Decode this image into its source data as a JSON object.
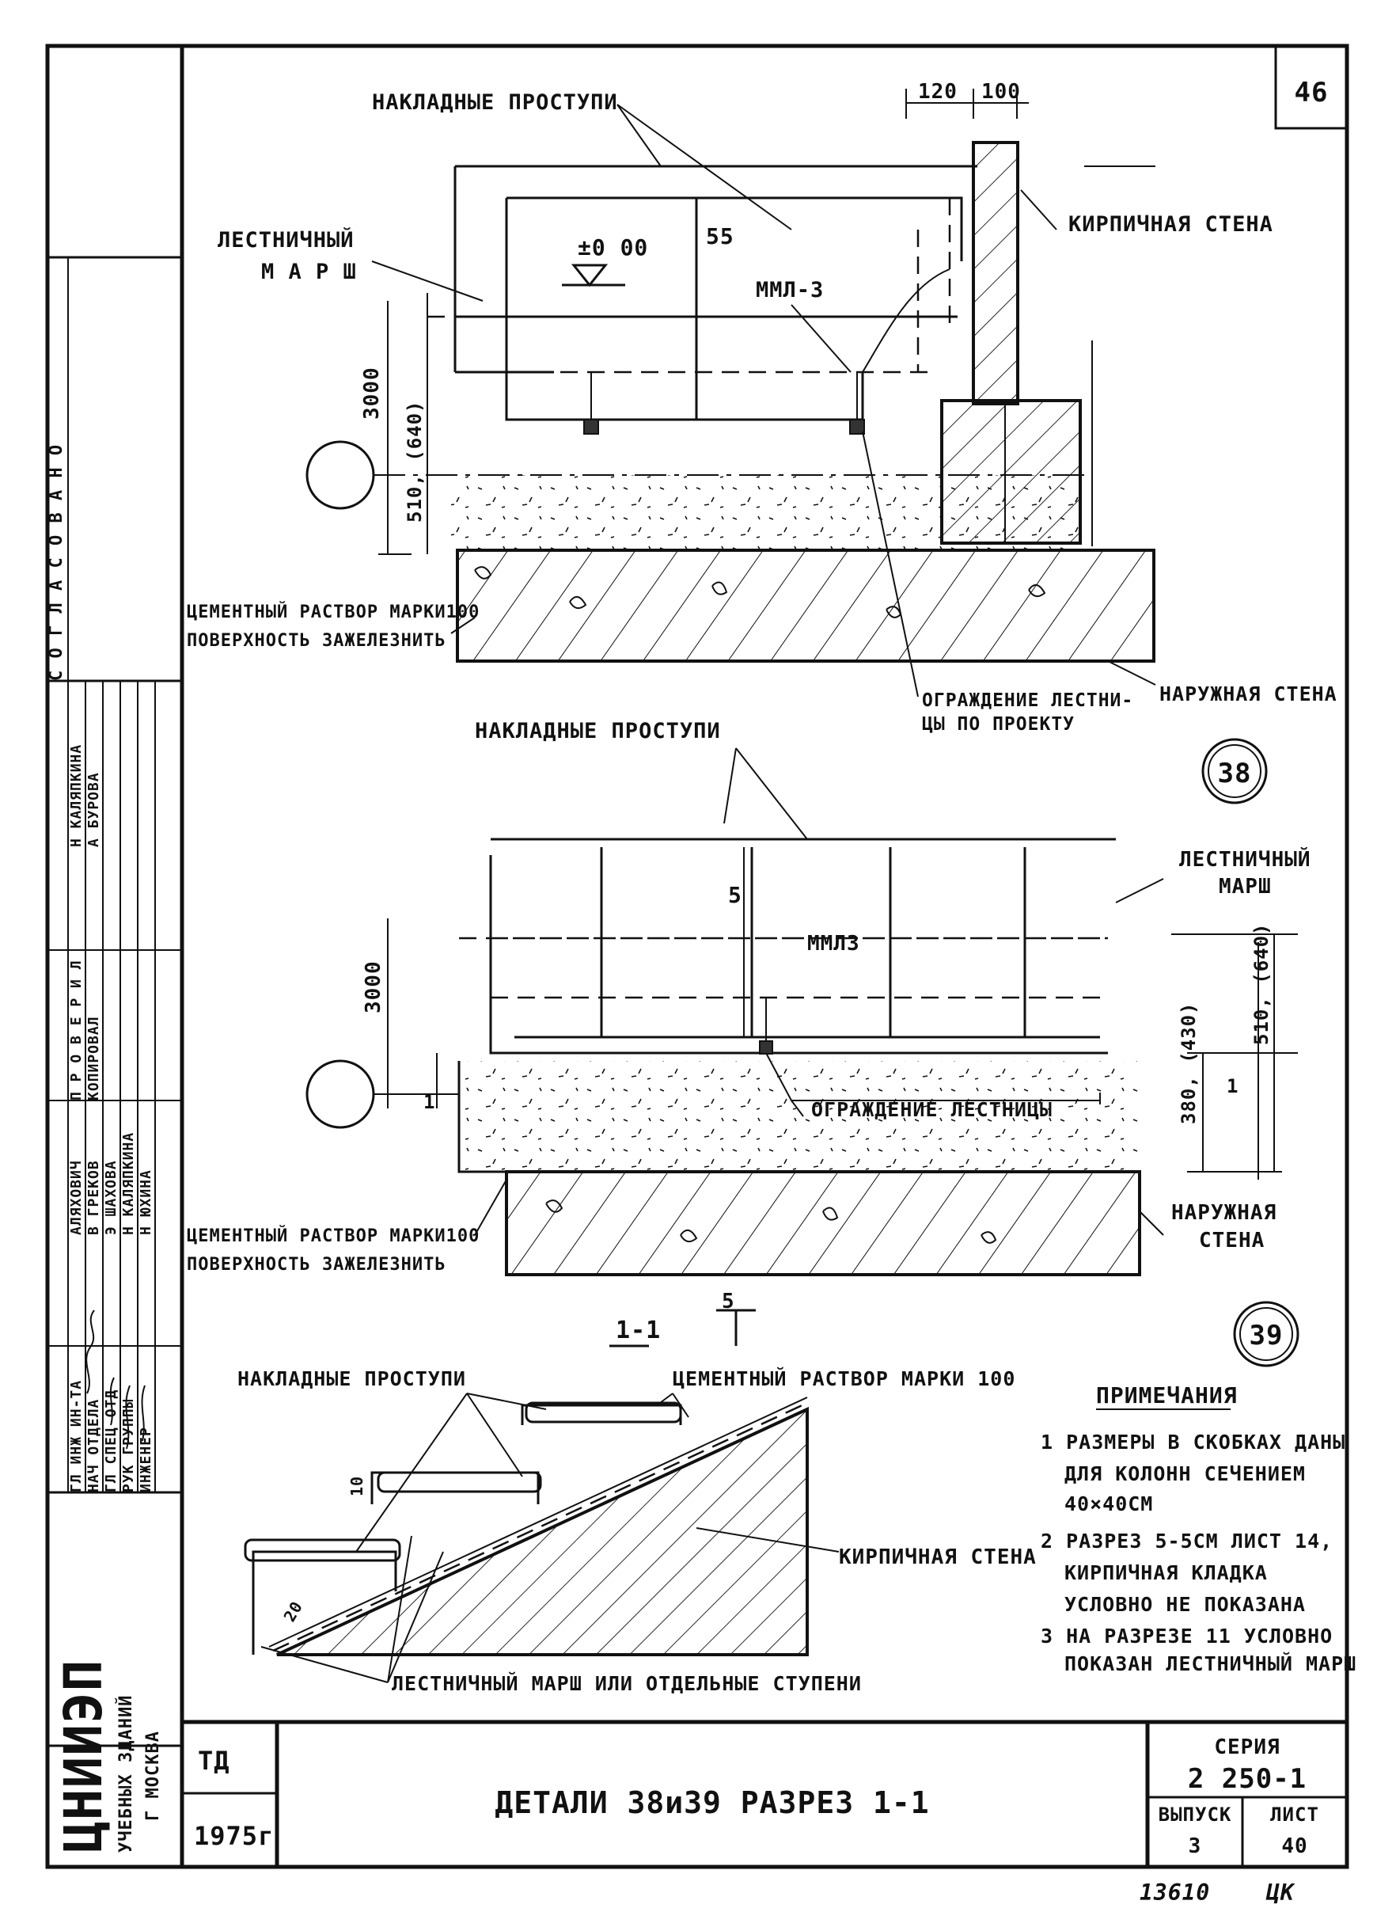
{
  "sheet_number": "46",
  "stamp": {
    "org_name": "ЦНИИЭП",
    "org_subtitle": "УЧЕБНЫХ ЗДАНИЙ",
    "org_city": "Г МОСКВА",
    "agreed": "С О Г Л А С О В А Н О",
    "roles": [
      "ГЛ ИНЖ ИН-ТА",
      "НАЧ ОТДЕЛА",
      "ГЛ СПЕЦ ОТД",
      "РУК ГРУППЫ",
      "ИНЖЕНЕР"
    ],
    "names": [
      "АЛЯХОВИЧ",
      "В ГРЕКОВ",
      "Э ШАХОВА",
      "Н КАЛЯПКИНА",
      "Н ЮХИНА"
    ],
    "checked_label": "П Р О В Е Р И Л",
    "checked_name": "Н КАЛЯПКИНА",
    "copied_label": "КОПИРОВАЛ",
    "copied_name": "А БУРОВА"
  },
  "detail38": {
    "title_top": "НАКЛАДНЫЕ ПРОСТУПИ",
    "flight_l1": "ЛЕСТНИЧНЫЙ",
    "flight_l2": "М А Р Ш",
    "level": "±0 00",
    "dim_55": "55",
    "mml": "ММЛ-3",
    "dim_120": "120",
    "dim_100": "100",
    "brick_wall": "КИРПИЧНАЯ СТЕНА",
    "dim_3000": "3000",
    "dim_510": "510, (640)",
    "cement1": "ЦЕМЕНТНЫЙ РАСТВОР МАРКИ100",
    "cement2": "ПОВЕРХНОСТЬ ЗАЖЕЛЕЗНИТЬ",
    "railing1": "ОГРАЖДЕНИЕ ЛЕСТНИ-",
    "railing2": "ЦЫ ПО ПРОЕКТУ",
    "outer_wall": "НАРУЖНАЯ СТЕНА",
    "badge": "38"
  },
  "detail39": {
    "title_top": "НАКЛАДНЫЕ ПРОСТУПИ",
    "flight_l1": "ЛЕСТНИЧНЫЙ",
    "flight_l2": "МАРШ",
    "dim_5": "5",
    "mml": "ММЛ3",
    "dim_3000": "3000",
    "dim_510": "510, (640)",
    "dim_380": "380, (430)",
    "dim_1a": "1",
    "dim_1b": "1",
    "railing": "ОГРАЖДЕНИЕ ЛЕСТНИЦЫ",
    "cement1": "ЦЕМЕНТНЫЙ РАСТВОР МАРКИ100",
    "cement2": "ПОВЕРХНОСТЬ ЗАЖЕЛЕЗНИТЬ",
    "outer_wall1": "НАРУЖНАЯ",
    "outer_wall2": "СТЕНА",
    "section_mark": "5",
    "badge": "39"
  },
  "section11": {
    "title": "1-1",
    "treads": "НАКЛАДНЫЕ ПРОСТУПИ",
    "cement": "ЦЕМЕНТНЫЙ РАСТВОР МАРКИ 100",
    "brick_wall": "КИРПИЧНАЯ СТЕНА",
    "flight": "ЛЕСТНИЧНЫЙ МАРШ ИЛИ ОТДЕЛЬНЫЕ СТУПЕНИ",
    "dim_10": "10",
    "dim_20": "20"
  },
  "notes": {
    "title": "ПРИМЕЧАНИЯ",
    "lines": [
      "1 РАЗМЕРЫ В СКОБКАХ ДАНЫ",
      "ДЛЯ КОЛОНН СЕЧЕНИЕМ",
      "40×40СМ",
      "2 РАЗРЕЗ 5-5СМ ЛИСТ 14,",
      "КИРПИЧНАЯ КЛАДКА",
      "УСЛОВНО НЕ ПОКАЗАНА",
      "3 НА РАЗРЕЗЕ 11 УСЛОВНО",
      "ПОКАЗАН ЛЕСТНИЧНЫЙ МАРШ"
    ]
  },
  "title_block": {
    "code": "ТД",
    "year": "1975г",
    "title": "ДЕТАЛИ 38и39 РАЗРЕЗ 1-1",
    "series_label": "СЕРИЯ",
    "series_value": "2 250-1",
    "issue_label": "ВЫПУСК",
    "issue_value": "3",
    "sheet_label": "ЛИСТ",
    "sheet_value": "40"
  },
  "footer": {
    "left": "13610",
    "right": "ЦК"
  }
}
